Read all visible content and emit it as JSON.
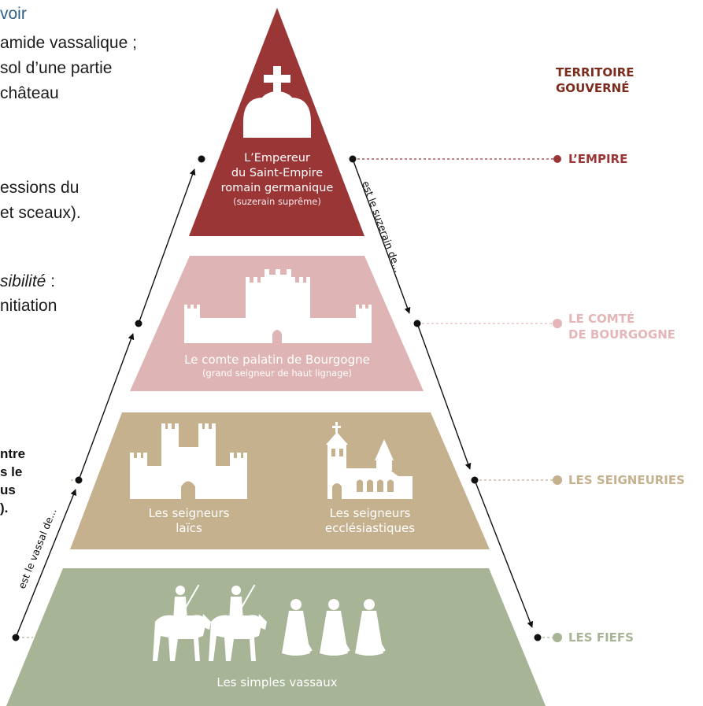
{
  "left_text": {
    "heading_fragment": "voir",
    "line1": "amide vassalique ;",
    "line2": "sol d’une partie",
    "line3": "château",
    "line4": "essions du",
    "line5": "et sceaux).",
    "line6_italic": "sibilité",
    "line6_rest": " :",
    "line7": "nitiation",
    "bold1": "ntre",
    "bold2": "s le",
    "bold3": "us",
    "bold4": ")."
  },
  "header": {
    "territory_line1": "TERRITOIRE",
    "territory_line2": "GOUVERNÉ"
  },
  "tiers": [
    {
      "label": "L’Empereur",
      "label2": "du Saint-Empire",
      "label3": "romain germanique",
      "sub": "(suzerain suprême)",
      "color": "#9b3637",
      "icon": "crown-cross-icon"
    },
    {
      "label": "Le comte palatin de Bourgogne",
      "sub": "(grand seigneur de haut lignage)",
      "color": "#dfb4b4",
      "icon": "palace-castle-icon"
    },
    {
      "left_label": "Les seigneurs",
      "left_label2": "laïcs",
      "right_label": "Les seigneurs",
      "right_label2": "ecclésiastiques",
      "color": "#c6b18f",
      "left_icon": "castle-icon",
      "right_icon": "church-icon"
    },
    {
      "label": "Les simples vassaux",
      "color": "#a7b496",
      "icon": "knights-icon"
    }
  ],
  "territories": [
    {
      "line1": "L’EMPIRE",
      "line2": "",
      "color": "#9b3637"
    },
    {
      "line1": "LE COMTÉ",
      "line2": "DE BOURGOGNE",
      "color": "#e4b6b7"
    },
    {
      "line1": "LES SEIGNEURIES",
      "line2": "",
      "color": "#c6b18f"
    },
    {
      "line1": "LES FIEFS",
      "line2": "",
      "color": "#a7b496"
    }
  ],
  "arrows": {
    "right_label": "est le suzerain de...",
    "left_label": "est le vassal de..."
  }
}
